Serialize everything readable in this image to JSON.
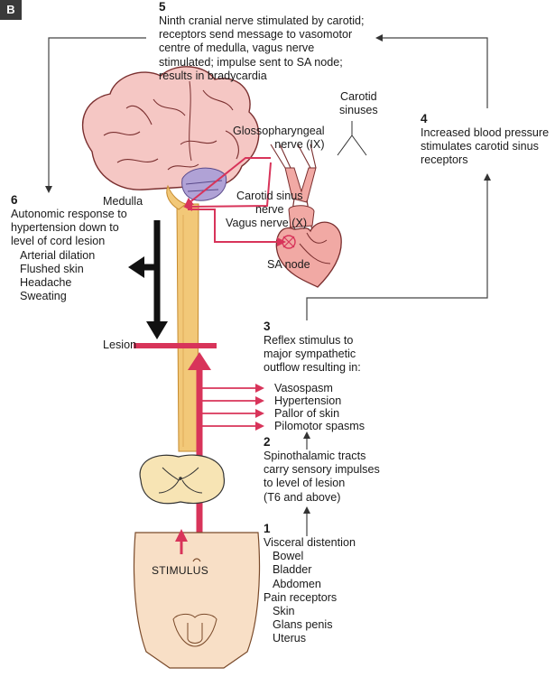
{
  "panel_label": "B",
  "steps": {
    "s5": {
      "num": "5",
      "lines": [
        "Ninth cranial nerve stimulated by carotid;",
        "receptors send message to vasomotor",
        "centre of medulla, vagus nerve",
        "stimulated; impulse sent to SA node;",
        "results in bradycardia"
      ]
    },
    "s4": {
      "num": "4",
      "lines": [
        "Increased blood pressure",
        "stimulates carotid sinus",
        "receptors"
      ]
    },
    "s6": {
      "num": "6",
      "lines": [
        "Autonomic response to",
        "hypertension down to",
        "level of cord lesion"
      ],
      "items": [
        "Arterial dilation",
        "Flushed skin",
        "Headache",
        "Sweating"
      ]
    },
    "s3": {
      "num": "3",
      "lines": [
        "Reflex stimulus to",
        "major sympathetic",
        "outflow resulting in:"
      ],
      "items": [
        "Vasospasm",
        "Hypertension",
        "Pallor of skin",
        "Pilomotor spasms"
      ]
    },
    "s2": {
      "num": "2",
      "lines": [
        "Spinothalamic tracts",
        "carry sensory impulses",
        "to level of lesion",
        "(T6 and above)"
      ]
    },
    "s1": {
      "num": "1",
      "lines": [
        "Visceral distention"
      ],
      "items": [
        "Bowel",
        "Bladder",
        "Abdomen"
      ],
      "lines2": [
        "Pain receptors"
      ],
      "items2": [
        "Skin",
        "Glans penis",
        "Uterus"
      ]
    }
  },
  "labels": {
    "carotid_sinuses": [
      "Carotid",
      "sinuses"
    ],
    "glossopharyngeal": [
      "Glossopharyngeal",
      "nerve (IX)"
    ],
    "carotid_sinus_nerve": [
      "Carotid sinus",
      "nerve"
    ],
    "vagus": "Vagus nerve (X)",
    "medulla": "Medulla",
    "sa_node": "SA node",
    "lesion": "Lesion",
    "stimulus": "STIMULUS"
  },
  "colors": {
    "nerve_red": "#d8345a",
    "spine_yellow": "#f2c878",
    "brain_pink": "#f5c7c4",
    "cerebellum_purple": "#b0a2d6",
    "skin": "#f8dfc6",
    "arrow_black": "#111111",
    "line_gray": "#444444"
  }
}
